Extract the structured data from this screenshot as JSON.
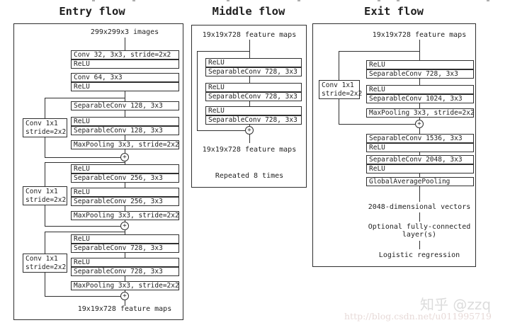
{
  "plus": "+",
  "entry": {
    "title": "Entry flow",
    "input_label": "299x299x3 images",
    "output_label": "19x19x728 feature maps",
    "rows": [
      "Conv 32, 3x3, stride=2x2",
      "ReLU",
      "Conv 64, 3x3",
      "ReLU",
      "SeparableConv 128, 3x3",
      "ReLU",
      "SeparableConv 128, 3x3",
      "MaxPooling 3x3, stride=2x2",
      "ReLU",
      "SeparableConv 256, 3x3",
      "ReLU",
      "SeparableConv 256, 3x3",
      "MaxPooling 3x3, stride=2x2",
      "ReLU",
      "SeparableConv 728, 3x3",
      "ReLU",
      "SeparableConv 728, 3x3",
      "MaxPooling 3x3, stride=2x2"
    ],
    "skip1": {
      "line1": "Conv 1x1",
      "line2": "stride=2x2"
    },
    "skip2": {
      "line1": "Conv 1x1",
      "line2": "stride=2x2"
    },
    "skip3": {
      "line1": "Conv 1x1",
      "line2": "stride=2x2"
    }
  },
  "middle": {
    "title": "Middle flow",
    "input_label": "19x19x728 feature maps",
    "output_label": "19x19x728 feature maps",
    "repeat_label": "Repeated 8 times",
    "rows": [
      "ReLU",
      "SeparableConv 728, 3x3",
      "ReLU",
      "SeparableConv 728, 3x3",
      "ReLU",
      "SeparableConv 728, 3x3"
    ]
  },
  "exit": {
    "title": "Exit flow",
    "input_label": "19x19x728 feature maps",
    "rows": [
      "ReLU",
      "SeparableConv 728, 3x3",
      "ReLU",
      "SeparableConv 1024, 3x3",
      "MaxPooling 3x3, stride=2x2",
      "SeparableConv 1536, 3x3",
      "ReLU",
      "SeparableConv 2048, 3x3",
      "ReLU",
      "GlobalAveragePooling"
    ],
    "skip": {
      "line1": "Conv 1x1",
      "line2": "stride=2x2"
    },
    "vectors_label": "2048-dimensional vectors",
    "fc_line1": "Optional fully-connected",
    "fc_line2": "layer(s)",
    "logistic_label": "Logistic regression"
  },
  "watermark": {
    "zhihu": "知乎 @zzq",
    "url": "http://blog.csdn.net/u011995719"
  },
  "colors": {
    "line": "#2f2f2f",
    "watermark_gray": "#dcdcdc",
    "watermark_pink": "#e7dad8"
  }
}
